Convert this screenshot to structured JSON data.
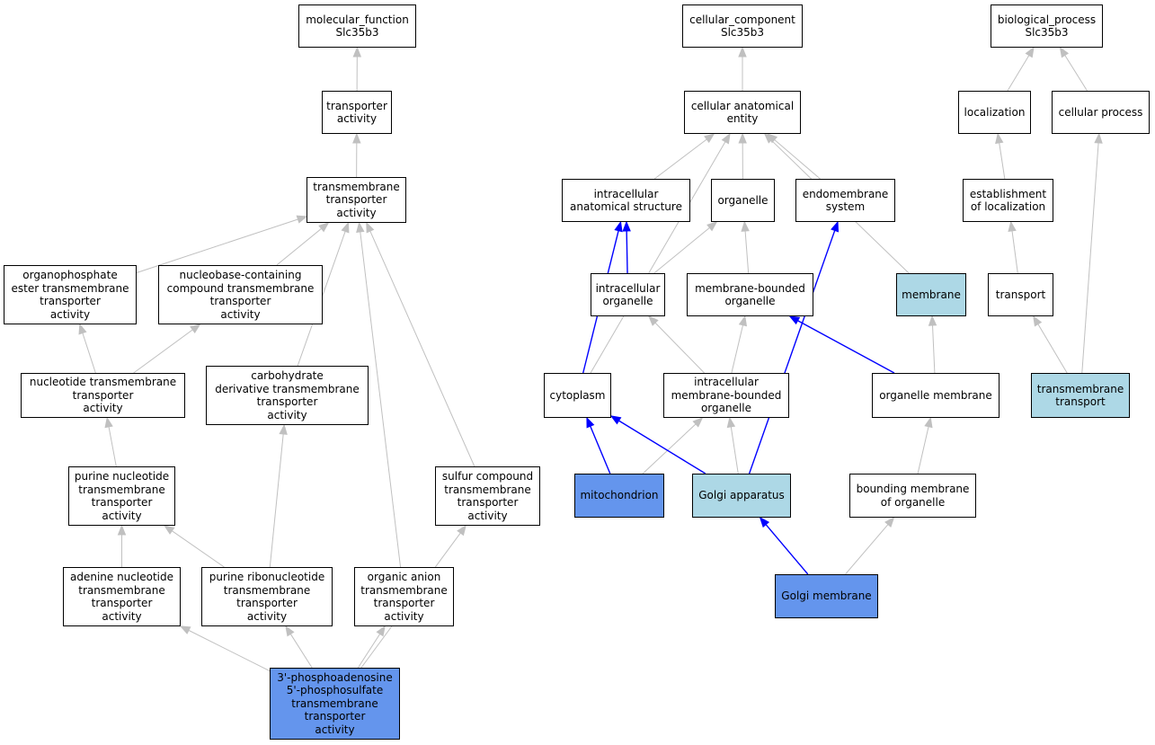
{
  "colors": {
    "white": "#ffffff",
    "light": "#add8e6",
    "blue": "#6495ed",
    "edge_gray": "#c0c0c0",
    "edge_blue": "#0000ff"
  },
  "nodes": {
    "mf_root": {
      "label": "molecular_function\nSlc35b3",
      "fill": "white"
    },
    "transporter_activity": {
      "label": "transporter\nactivity",
      "fill": "white"
    },
    "tm_transporter": {
      "label": "transmembrane\ntransporter\nactivity",
      "fill": "white"
    },
    "organophosphate": {
      "label": "organophosphate\nester transmembrane\ntransporter\nactivity",
      "fill": "white"
    },
    "nucleobase": {
      "label": "nucleobase-containing\ncompound transmembrane\ntransporter\nactivity",
      "fill": "white"
    },
    "nucleotide_tm": {
      "label": "nucleotide transmembrane\ntransporter\nactivity",
      "fill": "white"
    },
    "carbohydrate": {
      "label": "carbohydrate\nderivative transmembrane\ntransporter\nactivity",
      "fill": "white"
    },
    "purine_nucleotide": {
      "label": "purine nucleotide\ntransmembrane\ntransporter\nactivity",
      "fill": "white"
    },
    "sulfur": {
      "label": "sulfur compound\ntransmembrane\ntransporter\nactivity",
      "fill": "white"
    },
    "adenine": {
      "label": "adenine nucleotide\ntransmembrane\ntransporter\nactivity",
      "fill": "white"
    },
    "purine_ribo": {
      "label": "purine ribonucleotide\ntransmembrane\ntransporter\nactivity",
      "fill": "white"
    },
    "organic_anion": {
      "label": "organic anion\ntransmembrane\ntransporter\nactivity",
      "fill": "white"
    },
    "paps": {
      "label": "3'-phosphoadenosine\n5'-phosphosulfate\ntransmembrane\ntransporter\nactivity",
      "fill": "blue"
    },
    "cc_root": {
      "label": "cellular_component\nSlc35b3",
      "fill": "white"
    },
    "cae": {
      "label": "cellular anatomical\nentity",
      "fill": "white"
    },
    "ias": {
      "label": "intracellular\nanatomical structure",
      "fill": "white"
    },
    "organelle": {
      "label": "organelle",
      "fill": "white"
    },
    "endomembrane": {
      "label": "endomembrane\nsystem",
      "fill": "white"
    },
    "intra_organelle": {
      "label": "intracellular\norganelle",
      "fill": "white"
    },
    "mbo": {
      "label": "membrane-bounded\norganelle",
      "fill": "white"
    },
    "membrane": {
      "label": "membrane",
      "fill": "light"
    },
    "cytoplasm": {
      "label": "cytoplasm",
      "fill": "white"
    },
    "imbo": {
      "label": "intracellular\nmembrane-bounded\norganelle",
      "fill": "white"
    },
    "organelle_membrane": {
      "label": "organelle membrane",
      "fill": "white"
    },
    "mitochondrion": {
      "label": "mitochondrion",
      "fill": "blue"
    },
    "golgi": {
      "label": "Golgi apparatus",
      "fill": "light"
    },
    "bounding": {
      "label": "bounding membrane\nof organelle",
      "fill": "white"
    },
    "golgi_membrane": {
      "label": "Golgi membrane",
      "fill": "blue"
    },
    "bp_root": {
      "label": "biological_process\nSlc35b3",
      "fill": "white"
    },
    "localization": {
      "label": "localization",
      "fill": "white"
    },
    "cellular_process": {
      "label": "cellular process",
      "fill": "white"
    },
    "establishment": {
      "label": "establishment\nof localization",
      "fill": "white"
    },
    "transport": {
      "label": "transport",
      "fill": "white"
    },
    "tm_transport": {
      "label": "transmembrane\ntransport",
      "fill": "light"
    }
  },
  "edges": [
    {
      "from": "transporter_activity",
      "to": "mf_root",
      "color": "gray"
    },
    {
      "from": "tm_transporter",
      "to": "transporter_activity",
      "color": "gray"
    },
    {
      "from": "organophosphate",
      "to": "tm_transporter",
      "color": "gray"
    },
    {
      "from": "nucleobase",
      "to": "tm_transporter",
      "color": "gray"
    },
    {
      "from": "nucleotide_tm",
      "to": "organophosphate",
      "color": "gray"
    },
    {
      "from": "nucleotide_tm",
      "to": "nucleobase",
      "color": "gray"
    },
    {
      "from": "carbohydrate",
      "to": "tm_transporter",
      "color": "gray"
    },
    {
      "from": "purine_nucleotide",
      "to": "nucleotide_tm",
      "color": "gray"
    },
    {
      "from": "sulfur",
      "to": "tm_transporter",
      "color": "gray"
    },
    {
      "from": "adenine",
      "to": "purine_nucleotide",
      "color": "gray"
    },
    {
      "from": "purine_ribo",
      "to": "purine_nucleotide",
      "color": "gray"
    },
    {
      "from": "purine_ribo",
      "to": "carbohydrate",
      "color": "gray"
    },
    {
      "from": "organic_anion",
      "to": "tm_transporter",
      "color": "gray"
    },
    {
      "from": "paps",
      "to": "adenine",
      "color": "gray"
    },
    {
      "from": "paps",
      "to": "purine_ribo",
      "color": "gray"
    },
    {
      "from": "paps",
      "to": "organic_anion",
      "color": "gray"
    },
    {
      "from": "paps",
      "to": "sulfur",
      "color": "gray"
    },
    {
      "from": "cae",
      "to": "cc_root",
      "color": "gray"
    },
    {
      "from": "ias",
      "to": "cae",
      "color": "gray"
    },
    {
      "from": "organelle",
      "to": "cae",
      "color": "gray"
    },
    {
      "from": "endomembrane",
      "to": "cae",
      "color": "gray"
    },
    {
      "from": "membrane",
      "to": "cae",
      "color": "gray"
    },
    {
      "from": "cytoplasm",
      "to": "cae",
      "color": "gray"
    },
    {
      "from": "intra_organelle",
      "to": "ias",
      "color": "blue"
    },
    {
      "from": "intra_organelle",
      "to": "organelle",
      "color": "gray"
    },
    {
      "from": "mbo",
      "to": "organelle",
      "color": "gray"
    },
    {
      "from": "cytoplasm",
      "to": "ias",
      "color": "blue"
    },
    {
      "from": "imbo",
      "to": "intra_organelle",
      "color": "gray"
    },
    {
      "from": "imbo",
      "to": "mbo",
      "color": "gray"
    },
    {
      "from": "organelle_membrane",
      "to": "mbo",
      "color": "blue"
    },
    {
      "from": "organelle_membrane",
      "to": "membrane",
      "color": "gray"
    },
    {
      "from": "mitochondrion",
      "to": "cytoplasm",
      "color": "blue"
    },
    {
      "from": "mitochondrion",
      "to": "imbo",
      "color": "gray"
    },
    {
      "from": "golgi",
      "to": "cytoplasm",
      "color": "blue"
    },
    {
      "from": "golgi",
      "to": "imbo",
      "color": "gray"
    },
    {
      "from": "golgi",
      "to": "endomembrane",
      "color": "blue"
    },
    {
      "from": "bounding",
      "to": "organelle_membrane",
      "color": "gray"
    },
    {
      "from": "golgi_membrane",
      "to": "golgi",
      "color": "blue"
    },
    {
      "from": "golgi_membrane",
      "to": "bounding",
      "color": "gray"
    },
    {
      "from": "localization",
      "to": "bp_root",
      "color": "gray"
    },
    {
      "from": "cellular_process",
      "to": "bp_root",
      "color": "gray"
    },
    {
      "from": "establishment",
      "to": "localization",
      "color": "gray"
    },
    {
      "from": "transport",
      "to": "establishment",
      "color": "gray"
    },
    {
      "from": "tm_transport",
      "to": "transport",
      "color": "gray"
    },
    {
      "from": "tm_transport",
      "to": "cellular_process",
      "color": "gray"
    }
  ]
}
